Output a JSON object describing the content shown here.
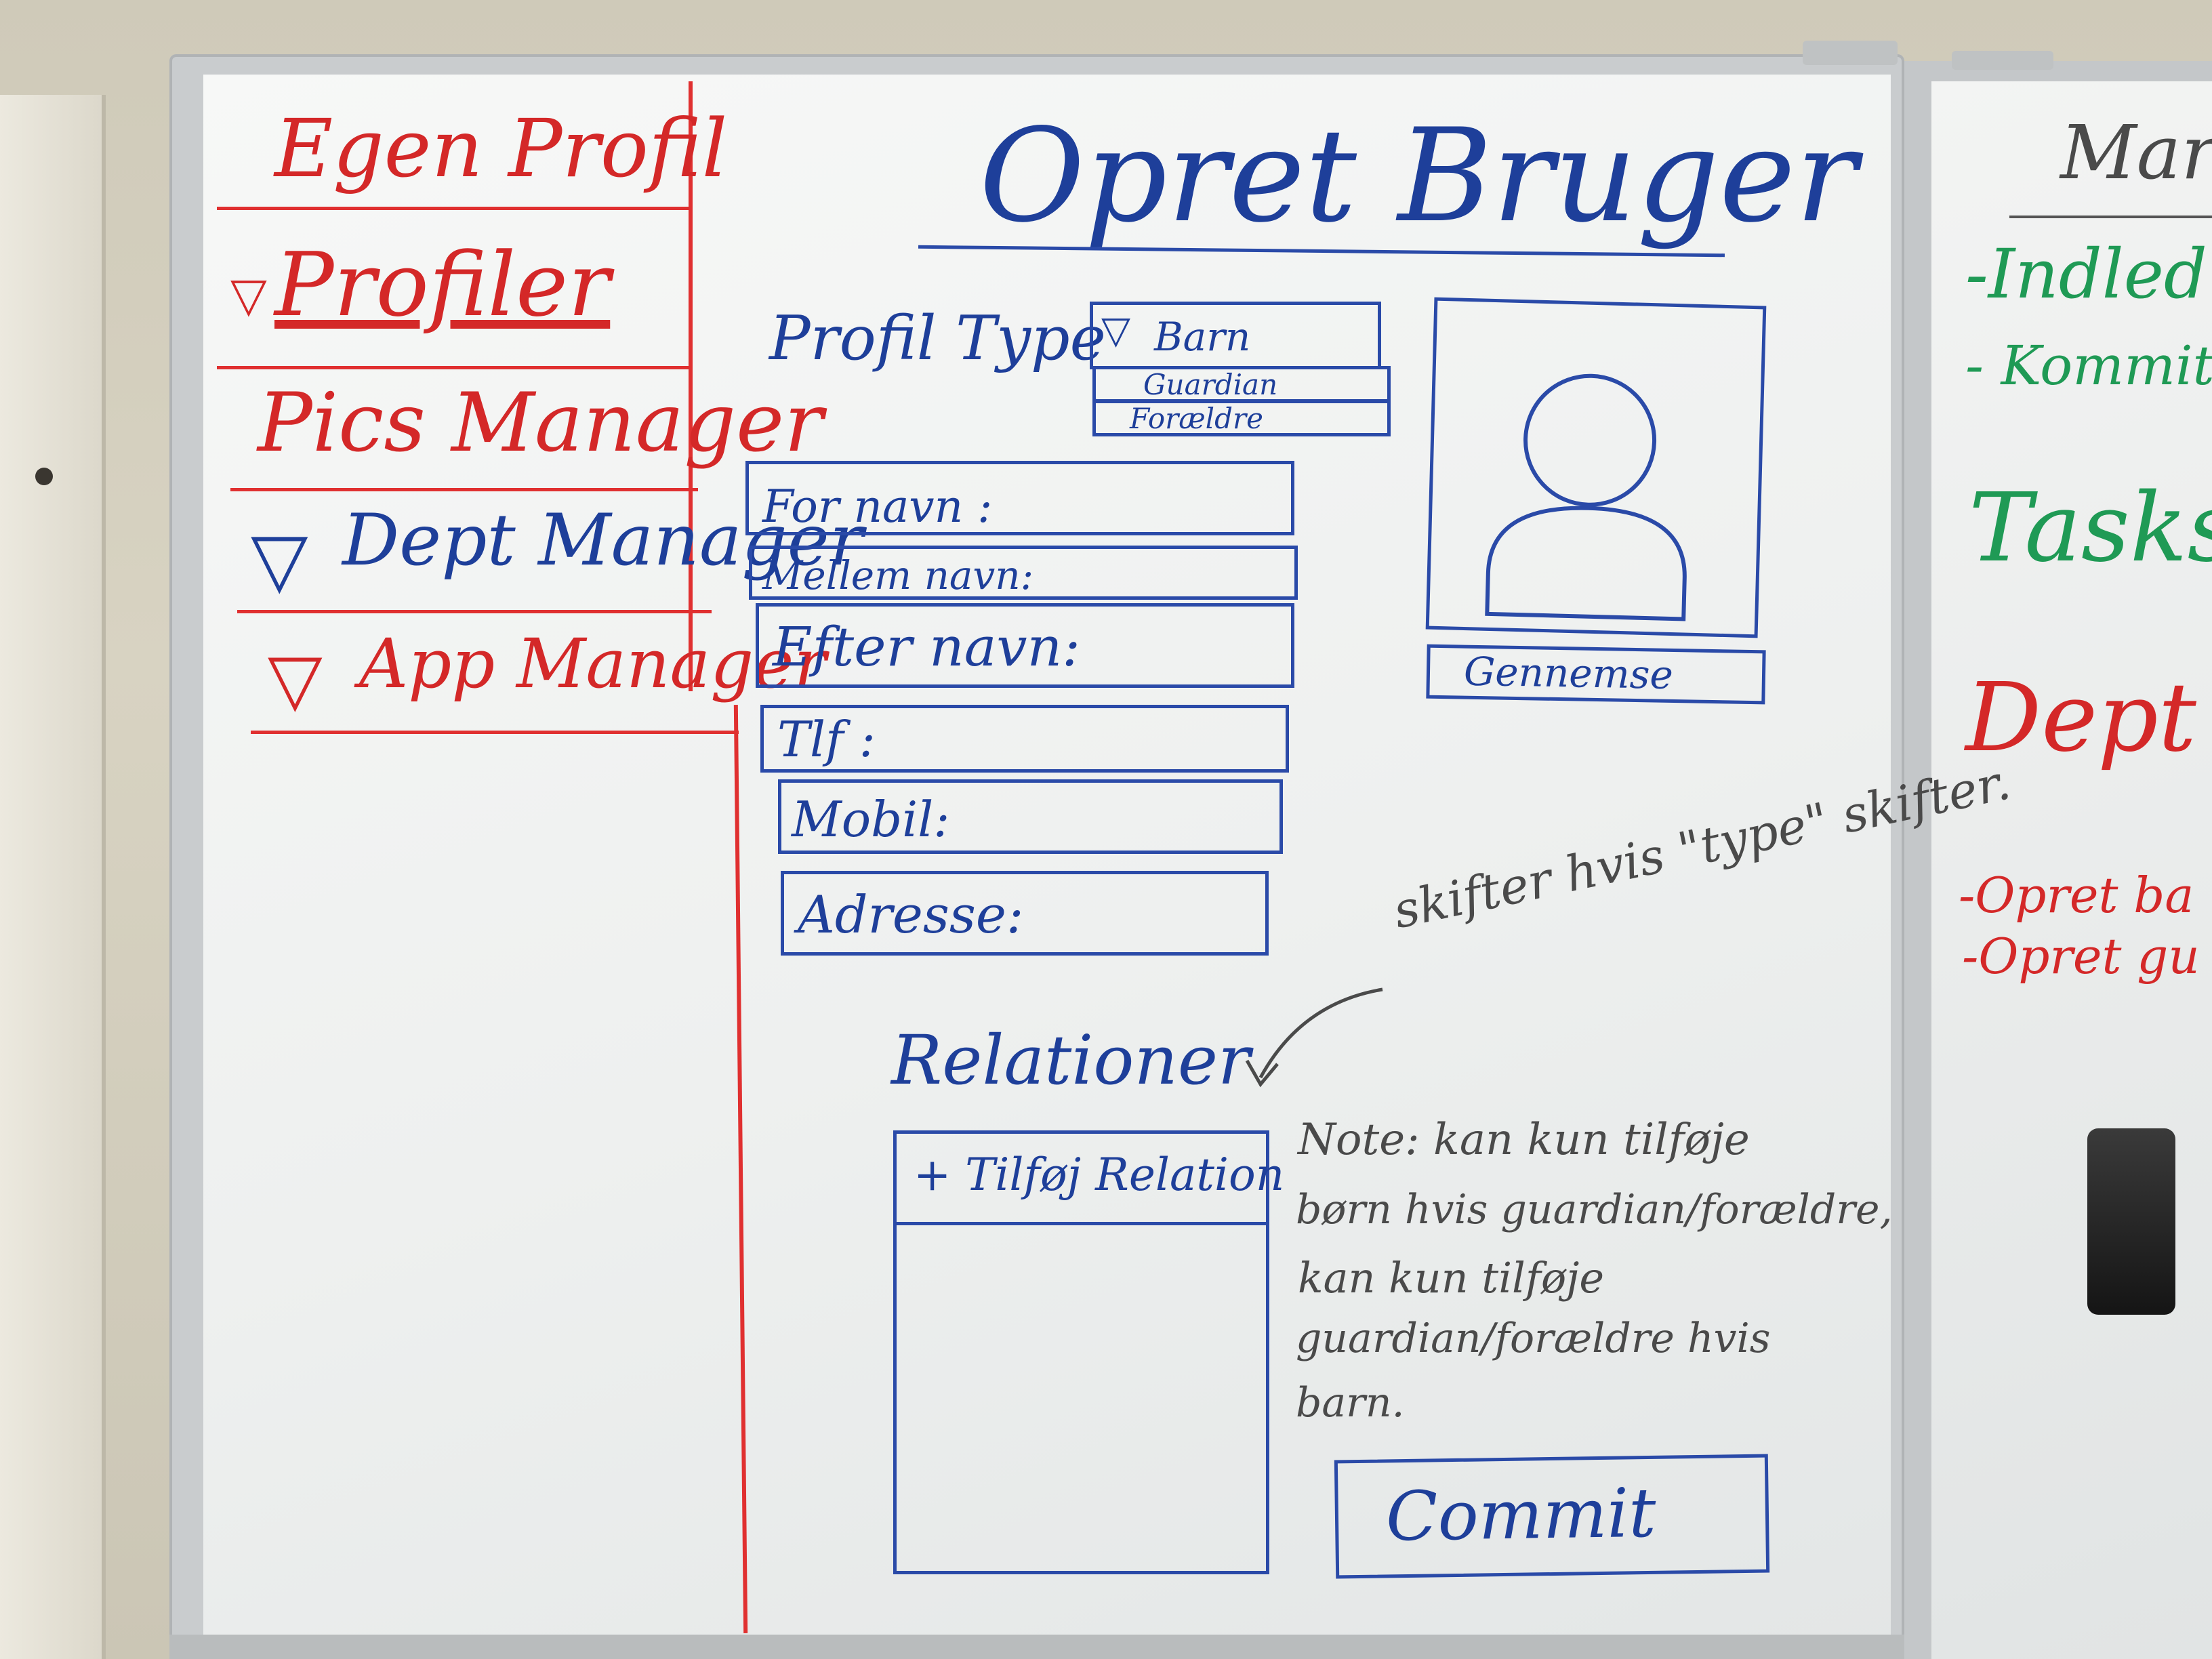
{
  "sidebar": {
    "items": [
      {
        "label": "Egen Profil"
      },
      {
        "label": "Profiler"
      },
      {
        "label": "Pics Manager"
      },
      {
        "label": "Dept Manager"
      },
      {
        "label": "App Manager"
      }
    ]
  },
  "main": {
    "title": "Opret Bruger",
    "profile_type_label": "Profil Type",
    "profile_type_options": [
      "Barn",
      "Guardian",
      "Forældre"
    ],
    "fields": [
      "For navn :",
      "Mellem navn:",
      "Efter navn:",
      "Tlf :",
      "Mobil:",
      "Adresse:"
    ],
    "browse_button": "Gennemse",
    "annotation": "skifter hvis \"type\" skifter.",
    "relations_title": "Relationer",
    "add_relation": "+ Tilføj Relation",
    "note": [
      "Note: kan kun tilføje",
      "børn hvis guardian/forældre,",
      "kan kun tilføje",
      "guardian/forældre hvis",
      "barn."
    ],
    "commit_button": "Commit"
  },
  "right_board": {
    "header": "Mark",
    "green_items": [
      "-Indled",
      "- Kommit"
    ],
    "tasks": "Tasks",
    "dept": "Dept",
    "red_items": [
      "-Opret ba",
      "-Opret gu"
    ]
  },
  "icons": {
    "dropdown_triangle": "dropdown-triangle-icon",
    "avatar": "avatar-placeholder-icon"
  },
  "colors": {
    "red_marker": "#d42828",
    "blue_marker": "#1e3f9a",
    "green_marker": "#1f9a55"
  }
}
